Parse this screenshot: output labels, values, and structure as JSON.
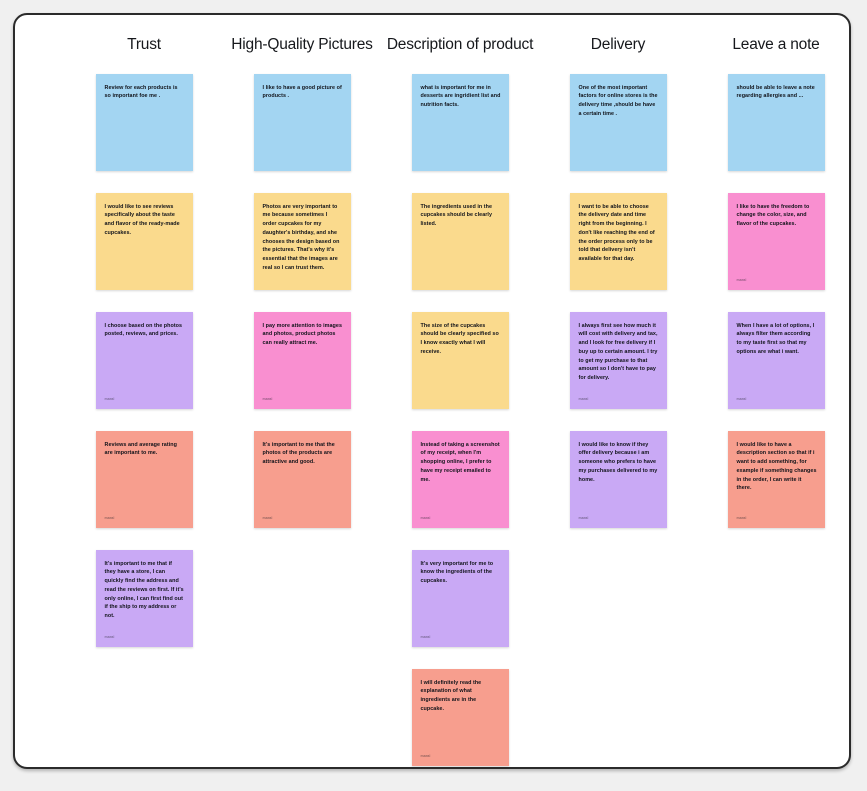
{
  "board": {
    "background_color": "#f0f0f0",
    "canvas_color": "#ffffff",
    "border_color": "#2b2b2b"
  },
  "palette": {
    "blue": "#a3d5f2",
    "yellow": "#fada8d",
    "purple": "#c9a9f5",
    "salmon": "#f79e8e",
    "pink": "#f98fd0"
  },
  "author_tag": "maral",
  "columns": [
    {
      "header": "Trust",
      "notes": [
        {
          "text": "Review for each products is so important foe me .",
          "color": "#a3d5f2",
          "author": ""
        },
        {
          "text": "I would like to see reviews specifically about the taste and flavor of the ready-made cupcakes.",
          "color": "#fada8d",
          "author": ""
        },
        {
          "text": "I choose based on the photos posted, reviews, and prices.",
          "color": "#c9a9f5",
          "author": "maral"
        },
        {
          "text": "Reviews and average rating are important to me.",
          "color": "#f79e8e",
          "author": "maral"
        },
        {
          "text": "It's important to me that if they have a store, I can quickly find the address and read the reviews on first. If it's only online, I can first find out if the ship to my address or not.",
          "color": "#c9a9f5",
          "author": "maral"
        }
      ]
    },
    {
      "header": "High-Quality Pictures",
      "notes": [
        {
          "text": "I like to have a good picture of products .",
          "color": "#a3d5f2",
          "author": ""
        },
        {
          "text": "Photos are very important to me because sometimes I order cupcakes for my daughter's birthday, and she chooses the design based on the pictures. That's why it's essential that the images are real so I can trust them.",
          "color": "#fada8d",
          "author": ""
        },
        {
          "text": "I pay more attention to images and photos, product photos can really attract me.",
          "color": "#f98fd0",
          "author": "maral"
        },
        {
          "text": "It's important to me that the photos of the products are attractive and good.",
          "color": "#f79e8e",
          "author": "maral"
        }
      ]
    },
    {
      "header": "Description of product",
      "notes": [
        {
          "text": "what is important for me in desserts are ingridient list and nutrition facts.",
          "color": "#a3d5f2",
          "author": ""
        },
        {
          "text": "The ingredients used in the cupcakes should be clearly listed.",
          "color": "#fada8d",
          "author": ""
        },
        {
          "text": "The size of the cupcakes should be clearly specified so I know exactly what I will receive.",
          "color": "#fada8d",
          "author": ""
        },
        {
          "text": "Instead of taking a screenshot of my receipt, when I'm shopping online, I prefer to have my receipt emailed to me.",
          "color": "#f98fd0",
          "author": "maral"
        },
        {
          "text": "It's very important for me to know the ingredients of the cupcakes.",
          "color": "#c9a9f5",
          "author": "maral"
        },
        {
          "text": "I will definitely read the explanation of what ingredients are in the cupcake.",
          "color": "#f79e8e",
          "author": "maral"
        }
      ]
    },
    {
      "header": "Delivery",
      "notes": [
        {
          "text": "One of the most important factors for online stores is the delivery time ,should be have a certain time .",
          "color": "#a3d5f2",
          "author": ""
        },
        {
          "text": "I want to be able to choose the delivery date and time right from the beginning. I don't like reaching the end of the order process only to be told that delivery isn't available for that day.",
          "color": "#fada8d",
          "author": ""
        },
        {
          "text": "I always first see how much it will cost with delivery and tax, and I look for free delivery if I buy up to certain amount. I try to get my purchase to that amount so I don't have to pay for delivery.",
          "color": "#c9a9f5",
          "author": "maral"
        },
        {
          "text": "I would like to know if they offer delivery because i am someone who prefers to have my purchases delivered to my home.",
          "color": "#c9a9f5",
          "author": "maral"
        }
      ]
    },
    {
      "header": "Leave a note",
      "notes": [
        {
          "text": "should be able to leave a note regarding allergies and ...",
          "color": "#a3d5f2",
          "author": ""
        },
        {
          "text": "I like to have the freedom to change the color, size, and flavor of the cupcakes.",
          "color": "#f98fd0",
          "author": "maral"
        },
        {
          "text": "When I have a lot of options, I always filter them according to my taste first so that my options are what i want.",
          "color": "#c9a9f5",
          "author": "maral"
        },
        {
          "text": "I would like to have a description section so that if i want to add something, for example if something changes in the order, I can write it there.",
          "color": "#f79e8e",
          "author": "maral"
        }
      ]
    }
  ]
}
